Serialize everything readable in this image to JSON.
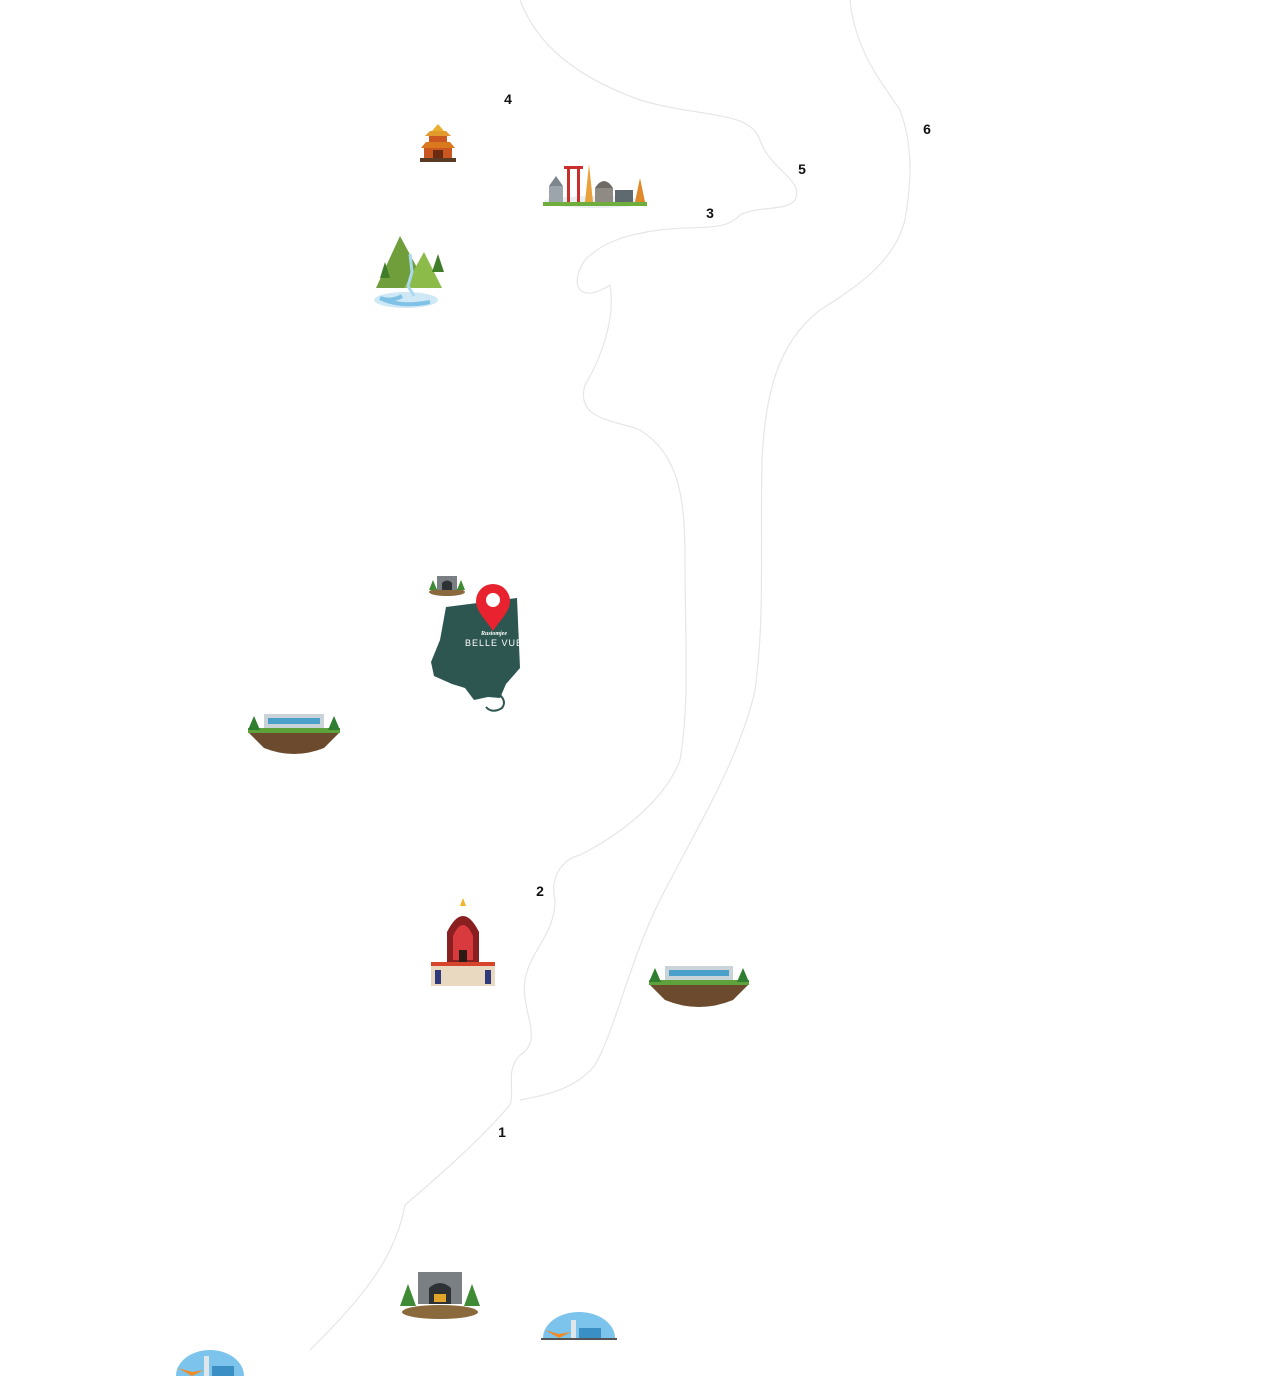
{
  "map": {
    "project": {
      "brand_top": "Rustomjee",
      "brand_name": "BELLE VUE",
      "marker_color": "#e8232f",
      "plot_color": "#2d5650"
    },
    "route_markers": [
      {
        "label": "1"
      },
      {
        "label": "2"
      },
      {
        "label": "3"
      },
      {
        "label": "4"
      },
      {
        "label": "5"
      },
      {
        "label": "6"
      }
    ],
    "landmarks": [
      "pagoda-temple-icon",
      "temple-skyline-icon",
      "mountain-waterfall-icon",
      "tunnel-railway-icon",
      "floating-island-building-icon",
      "jagannath-temple-icon",
      "floating-island-building-icon",
      "tunnel-railway-icon",
      "airport-icon",
      "airport-icon"
    ],
    "road_color": "#e6e6e6"
  }
}
